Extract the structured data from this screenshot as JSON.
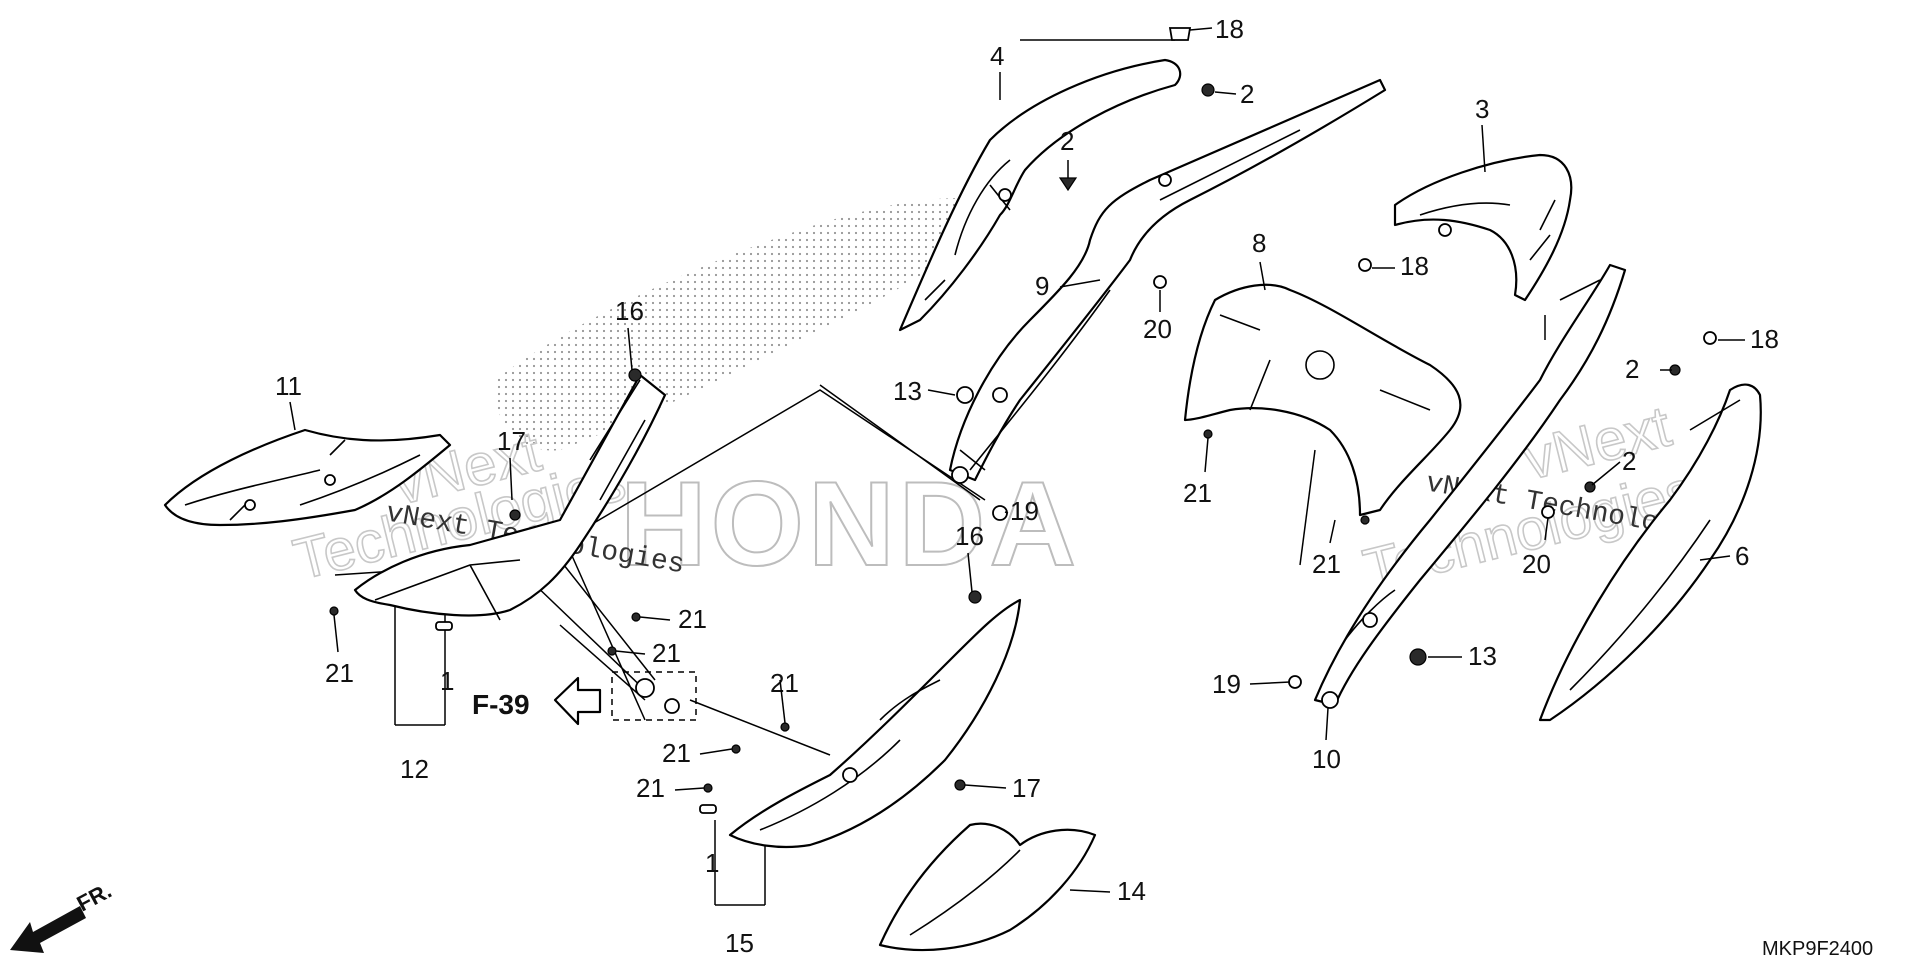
{
  "diagram": {
    "labels": {
      "l1": "1",
      "l1b": "1",
      "l2a": "2",
      "l2b": "2",
      "l2c": "2",
      "l2d": "2",
      "l3": "3",
      "l4": "4",
      "l6": "6",
      "l8": "8",
      "l9": "9",
      "l10": "10",
      "l11": "11",
      "l12": "12",
      "l13a": "13",
      "l13b": "13",
      "l14": "14",
      "l15": "15",
      "l16a": "16",
      "l16b": "16",
      "l17a": "17",
      "l17b": "17",
      "l18a": "18",
      "l18b": "18",
      "l18c": "18",
      "l19a": "19",
      "l19b": "19",
      "l20a": "20",
      "l20b": "20",
      "l21a": "21",
      "l21b": "21",
      "l21c": "21",
      "l21d": "21",
      "l21e": "21",
      "l21f": "21",
      "l21g": "21",
      "l21h": "21"
    },
    "reference": "F-39",
    "front_indicator": "FR.",
    "diagram_code": "MKP9F2400",
    "watermark": {
      "brand_a": "vNext",
      "brand_b": "Technologies",
      "mono": "vNext Technologies",
      "logo_text": "HONDA"
    }
  }
}
